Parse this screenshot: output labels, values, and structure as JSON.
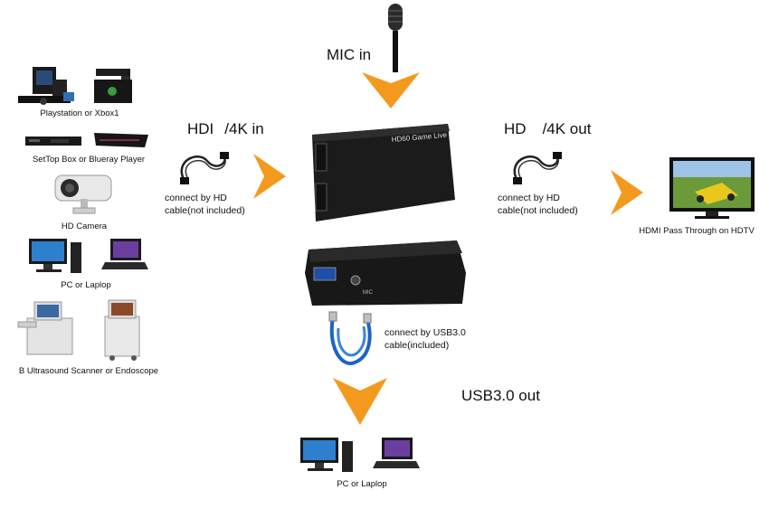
{
  "inputs": {
    "devices": [
      {
        "label": "Playstation or Xbox1"
      },
      {
        "label": "SetTop Box or Blueray Player"
      },
      {
        "label": "HD Camera"
      },
      {
        "label": "PC or Laplop"
      },
      {
        "label": "B Ultrasound Scanner or Endoscope"
      }
    ]
  },
  "mic": {
    "label": "MIC in"
  },
  "hdmi_in": {
    "label_a": "HDI",
    "label_b": "/4K in",
    "cable_note_1": "connect by HD",
    "cable_note_2": "cable(not included)"
  },
  "hdmi_out": {
    "label_a": "HD",
    "label_b": "/4K out",
    "cable_note_1": "connect by HD",
    "cable_note_2": "cable(not included)",
    "tv_label": "HDMI Pass Through on HDTV"
  },
  "device": {
    "brand_text": "HD60 Game Live",
    "mic_port": "MIC"
  },
  "usb": {
    "cable_note_1": "connect by USB3.0",
    "cable_note_2": "cable(included)",
    "out_label": "USB3.0 out"
  },
  "output_pc": {
    "label": "PC or Laplop"
  },
  "colors": {
    "arrow": "#f39a1e",
    "device_body": "#1b1b1b",
    "usb_cable": "#1e63c4"
  }
}
